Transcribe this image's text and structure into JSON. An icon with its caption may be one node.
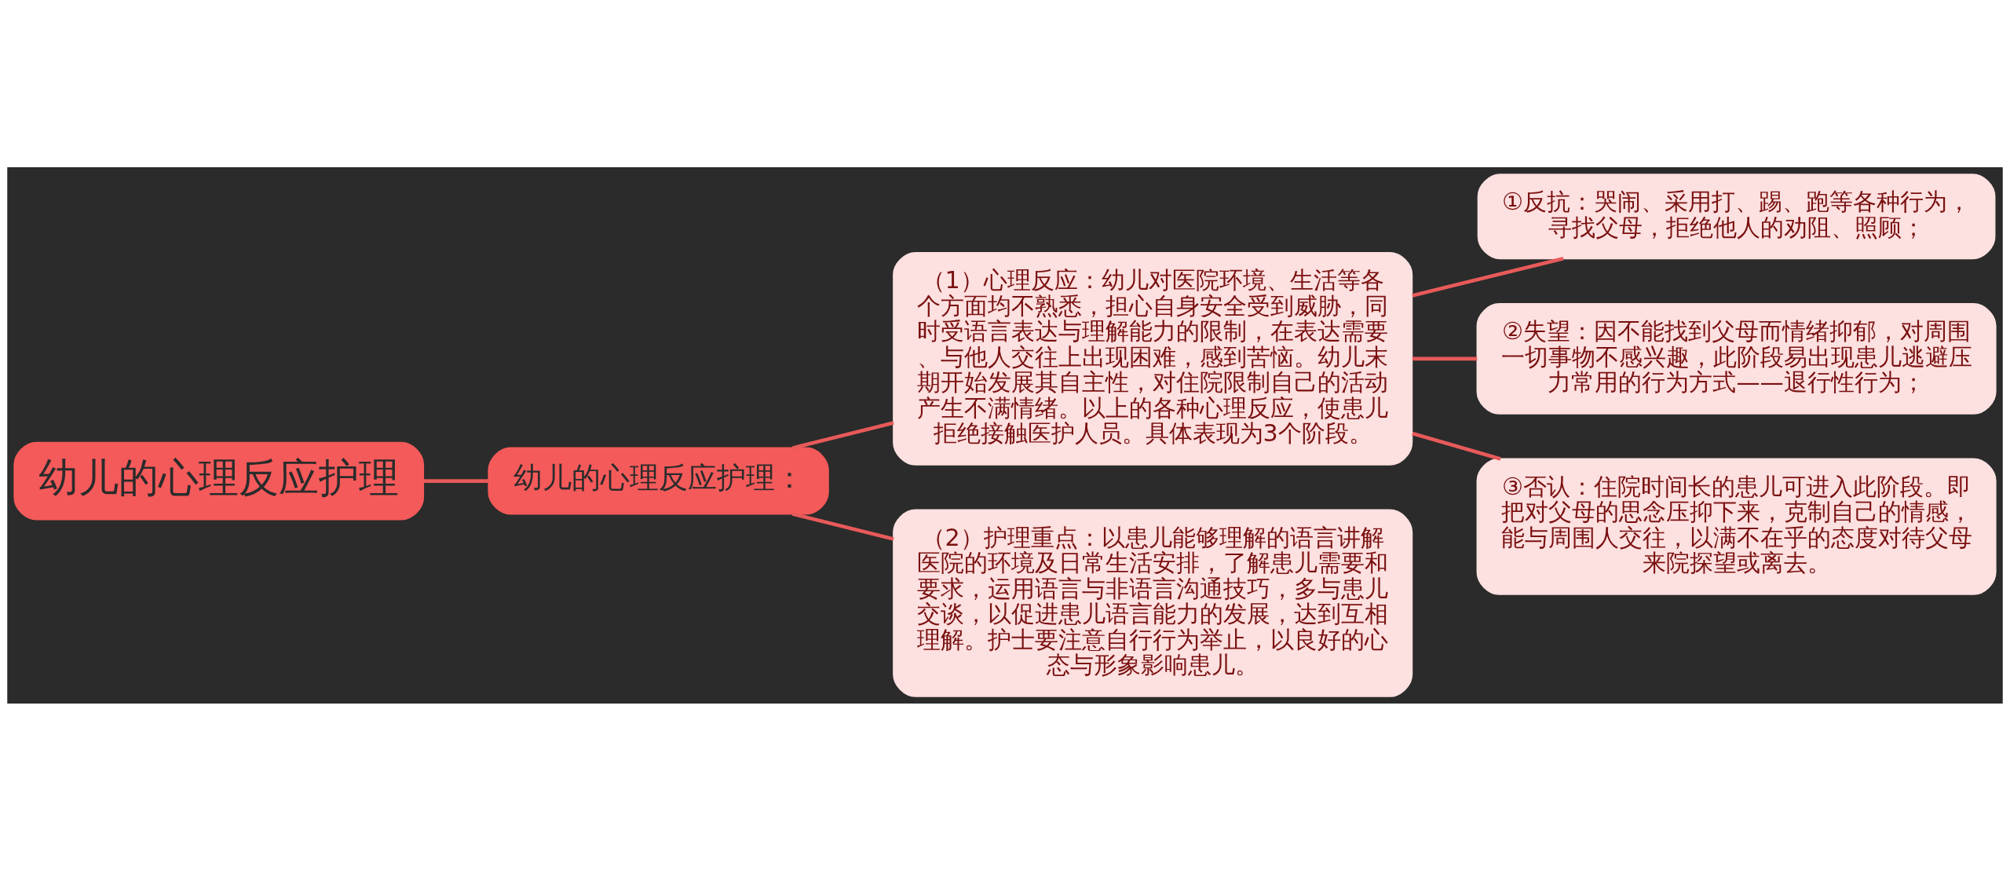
{
  "diagram": {
    "nodes": [
      {
        "text": [
          "幼儿的心理反应护理"
        ]
      },
      {
        "text": [
          "幼儿的心理反应护理："
        ]
      },
      {
        "text": [
          "（1）心理反应：幼儿对医院环境、生活等各个方面均不熟悉，担心自身安全受到威胁，同时受语言表达与理解能力的限制，在表达需要、与他人交往上出现困难，感到苦恼。幼儿末期开始发展其自主性，对住院限制自己的活动产生不满情绪。以上的各种心理反应，使患儿拒绝接触医护人员。具体表现为3个阶段。"
        ]
      },
      {
        "text": [
          "①反抗：哭闹、采用打、踢、跑等各种行为，寻找父母，拒绝他人的劝阻、照顾；"
        ]
      },
      {
        "text": [
          "②失望：因不能找到父母而情绪抑郁，对周围一切事物不感兴趣，此阶段易出现患儿逃避压力常用的行为方式——退行性行为；"
        ]
      },
      {
        "text": [
          "③否认：住院时间长的患儿可进入此阶段。即把对父母的思念压抑下来，克制自己的情感，能与周围人交往，以满不在乎的态度对待父母来院探望或离去。"
        ]
      },
      {
        "text": [
          "（2）护理重点：以患儿能够理解的语言讲解医院的环境及日常生活安排，了解患儿需要和要求，运用语言与非语言沟通技巧，多与患儿交谈，以促进患儿语言能力的发展，达到互相理解。护士要注意自行行为举止，以良好的心态与形象影响患儿。"
        ]
      }
    ],
    "edges": [
      {
        "from": 0,
        "to": 1,
        "arrow": "none"
      },
      {
        "from": 1,
        "to": 2,
        "arrow": "none"
      },
      {
        "from": 2,
        "to": 3,
        "arrow": "none"
      },
      {
        "from": 2,
        "to": 4,
        "arrow": "none"
      },
      {
        "from": 2,
        "to": 5,
        "arrow": "none"
      },
      {
        "from": 1,
        "to": 6,
        "arrow": "none"
      }
    ]
  }
}
